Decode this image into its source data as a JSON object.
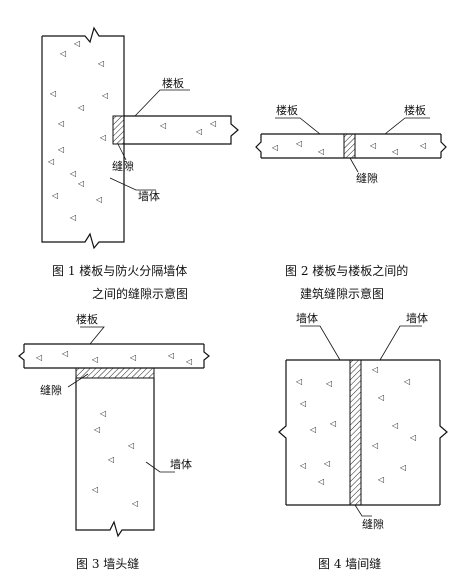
{
  "labels": {
    "floor_slab": "楼板",
    "gap": "缝隙",
    "wall": "墙体"
  },
  "captions": {
    "fig1_line1": "图 1   楼板与防火分隔墙体",
    "fig1_line2": "之间的缝隙示意图",
    "fig2_line1": "图 2   楼板与楼板之间的",
    "fig2_line2": "建筑缝隙示意图",
    "fig3": "图 3   墙头缝",
    "fig4": "图 4   墙间缝"
  },
  "colors": {
    "line": "#111111",
    "hatch": "#222222",
    "background": "#ffffff"
  }
}
